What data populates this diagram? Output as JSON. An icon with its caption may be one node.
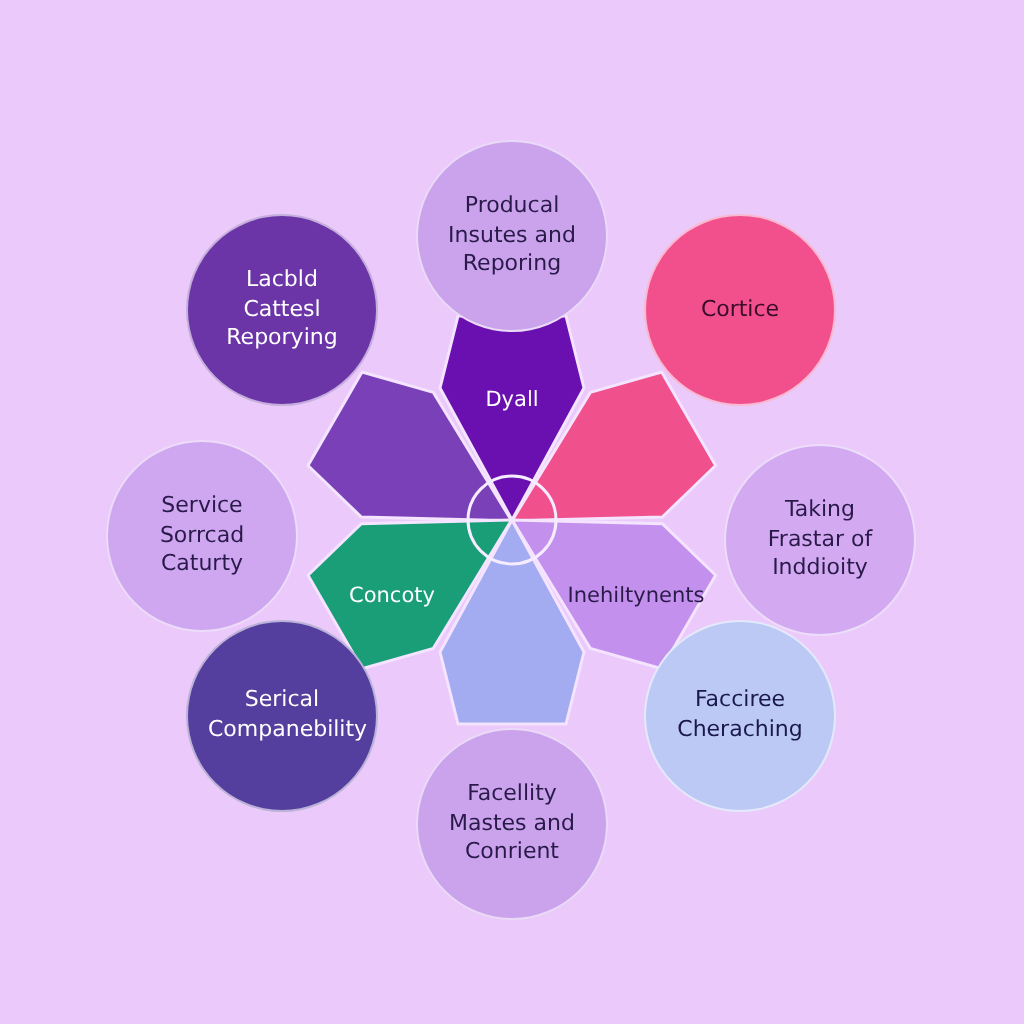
{
  "diagram": {
    "nodes": [
      {
        "text": [
          "Producal Insutes and Reporing"
        ]
      },
      {
        "text": [
          "Lacbld Cattesl Reporying"
        ]
      },
      {
        "text": [
          "Cortice"
        ]
      },
      {
        "text": [
          "Dyall"
        ]
      },
      {
        "text": [],
        "shape": "pentagon"
      },
      {
        "text": [],
        "shape": "pentagon"
      },
      {
        "text": [
          "Service Sorrcad Caturty"
        ]
      },
      {
        "text": [
          "Taking Frastar of Inddioity"
        ]
      },
      {
        "text": [
          "Concoty"
        ]
      },
      {
        "text": [
          "Inehiltynents"
        ]
      },
      {
        "text": [],
        "shape": "pentagon"
      },
      {
        "text": [
          "Serical Companebility"
        ]
      },
      {
        "text": [
          "Facciree Cheraching"
        ]
      },
      {
        "text": [
          "Facellity Mastes and Conrient"
        ]
      }
    ]
  }
}
